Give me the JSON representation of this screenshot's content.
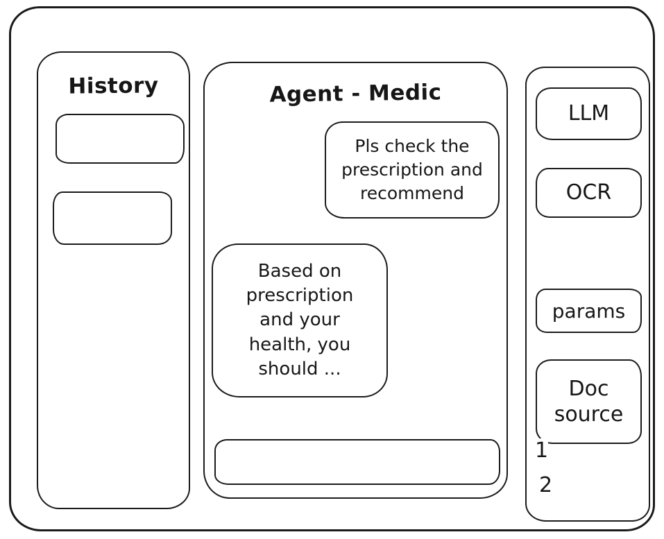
{
  "history_panel": {
    "title": "History",
    "items": [
      {
        "label": ""
      },
      {
        "label": ""
      }
    ]
  },
  "chat_panel": {
    "title": "Agent - Medic",
    "messages": [
      {
        "role": "user",
        "text": "Pls check the prescription and recommend"
      },
      {
        "role": "assistant",
        "text": "Based on prescription and your health, you should ..."
      }
    ],
    "input": {
      "value": "",
      "placeholder": ""
    }
  },
  "tools_panel": {
    "buttons": [
      {
        "label": "LLM"
      },
      {
        "label": "OCR"
      },
      {
        "label": "params"
      },
      {
        "label": "Doc source"
      }
    ],
    "doc_sources": [
      {
        "label": "1"
      },
      {
        "label": "2"
      }
    ]
  },
  "colors": {
    "ink": "#1a1a1a",
    "background": "#ffffff"
  }
}
